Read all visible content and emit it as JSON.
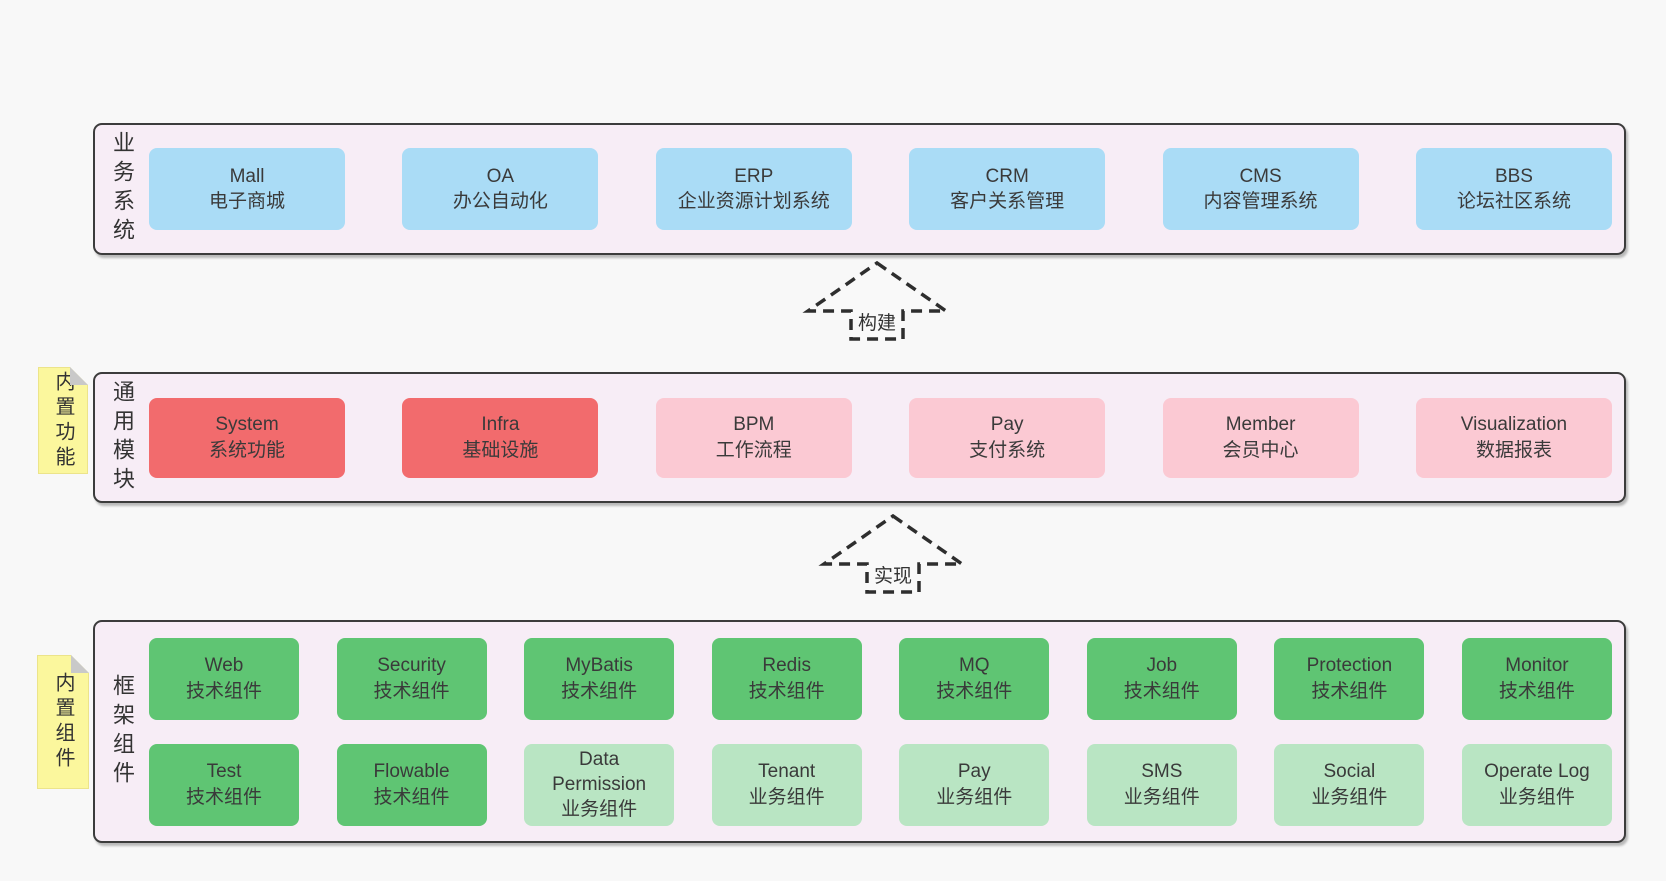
{
  "layers": {
    "business": {
      "side_label": "业务系统",
      "boxes": [
        {
          "name": "Mall",
          "desc": "电子商城",
          "variant": "blue"
        },
        {
          "name": "OA",
          "desc": "办公自动化",
          "variant": "blue"
        },
        {
          "name": "ERP",
          "desc": "企业资源计划系统",
          "variant": "blue"
        },
        {
          "name": "CRM",
          "desc": "客户关系管理",
          "variant": "blue"
        },
        {
          "name": "CMS",
          "desc": "内容管理系统",
          "variant": "blue"
        },
        {
          "name": "BBS",
          "desc": "论坛社区系统",
          "variant": "blue"
        }
      ]
    },
    "modules": {
      "side_label": "通用模块",
      "sticky_note": "内置功能",
      "boxes": [
        {
          "name": "System",
          "desc": "系统功能",
          "variant": "red"
        },
        {
          "name": "Infra",
          "desc": "基础设施",
          "variant": "red"
        },
        {
          "name": "BPM",
          "desc": "工作流程",
          "variant": "pink"
        },
        {
          "name": "Pay",
          "desc": "支付系统",
          "variant": "pink"
        },
        {
          "name": "Member",
          "desc": "会员中心",
          "variant": "pink"
        },
        {
          "name": "Visualization",
          "desc": "数据报表",
          "variant": "pink"
        }
      ]
    },
    "components": {
      "side_label": "框架组件",
      "sticky_note": "内置组件",
      "row1": [
        {
          "name": "Web",
          "desc": "技术组件",
          "variant": "green"
        },
        {
          "name": "Security",
          "desc": "技术组件",
          "variant": "green"
        },
        {
          "name": "MyBatis",
          "desc": "技术组件",
          "variant": "green"
        },
        {
          "name": "Redis",
          "desc": "技术组件",
          "variant": "green"
        },
        {
          "name": "MQ",
          "desc": "技术组件",
          "variant": "green"
        },
        {
          "name": "Job",
          "desc": "技术组件",
          "variant": "green"
        },
        {
          "name": "Protection",
          "desc": "技术组件",
          "variant": "green"
        },
        {
          "name": "Monitor",
          "desc": "技术组件",
          "variant": "green"
        }
      ],
      "row2": [
        {
          "name": "Test",
          "desc": "技术组件",
          "variant": "green"
        },
        {
          "name": "Flowable",
          "desc": "技术组件",
          "variant": "green"
        },
        {
          "name": "Data Permission",
          "desc": "业务组件",
          "variant": "lightgreen"
        },
        {
          "name": "Tenant",
          "desc": "业务组件",
          "variant": "lightgreen"
        },
        {
          "name": "Pay",
          "desc": "业务组件",
          "variant": "lightgreen"
        },
        {
          "name": "SMS",
          "desc": "业务组件",
          "variant": "lightgreen"
        },
        {
          "name": "Social",
          "desc": "业务组件",
          "variant": "lightgreen"
        },
        {
          "name": "Operate Log",
          "desc": "业务组件",
          "variant": "lightgreen"
        }
      ]
    }
  },
  "arrows": {
    "build": {
      "label": "构建"
    },
    "implement": {
      "label": "实现"
    }
  },
  "colors": {
    "canvas_bg": "#f8f8f8",
    "panel_bg": "#f7edf6",
    "panel_border": "#3c3c3c",
    "business_box": "#aadcf6",
    "core_module_box": "#f26b6d",
    "optional_module_box": "#fbc9d3",
    "tech_component_box": "#5fc573",
    "biz_component_box": "#b9e5c3",
    "sticky_note_bg": "#fbf79d",
    "sticky_fold": "#c9c9c9",
    "text": "#3a3a3a"
  }
}
